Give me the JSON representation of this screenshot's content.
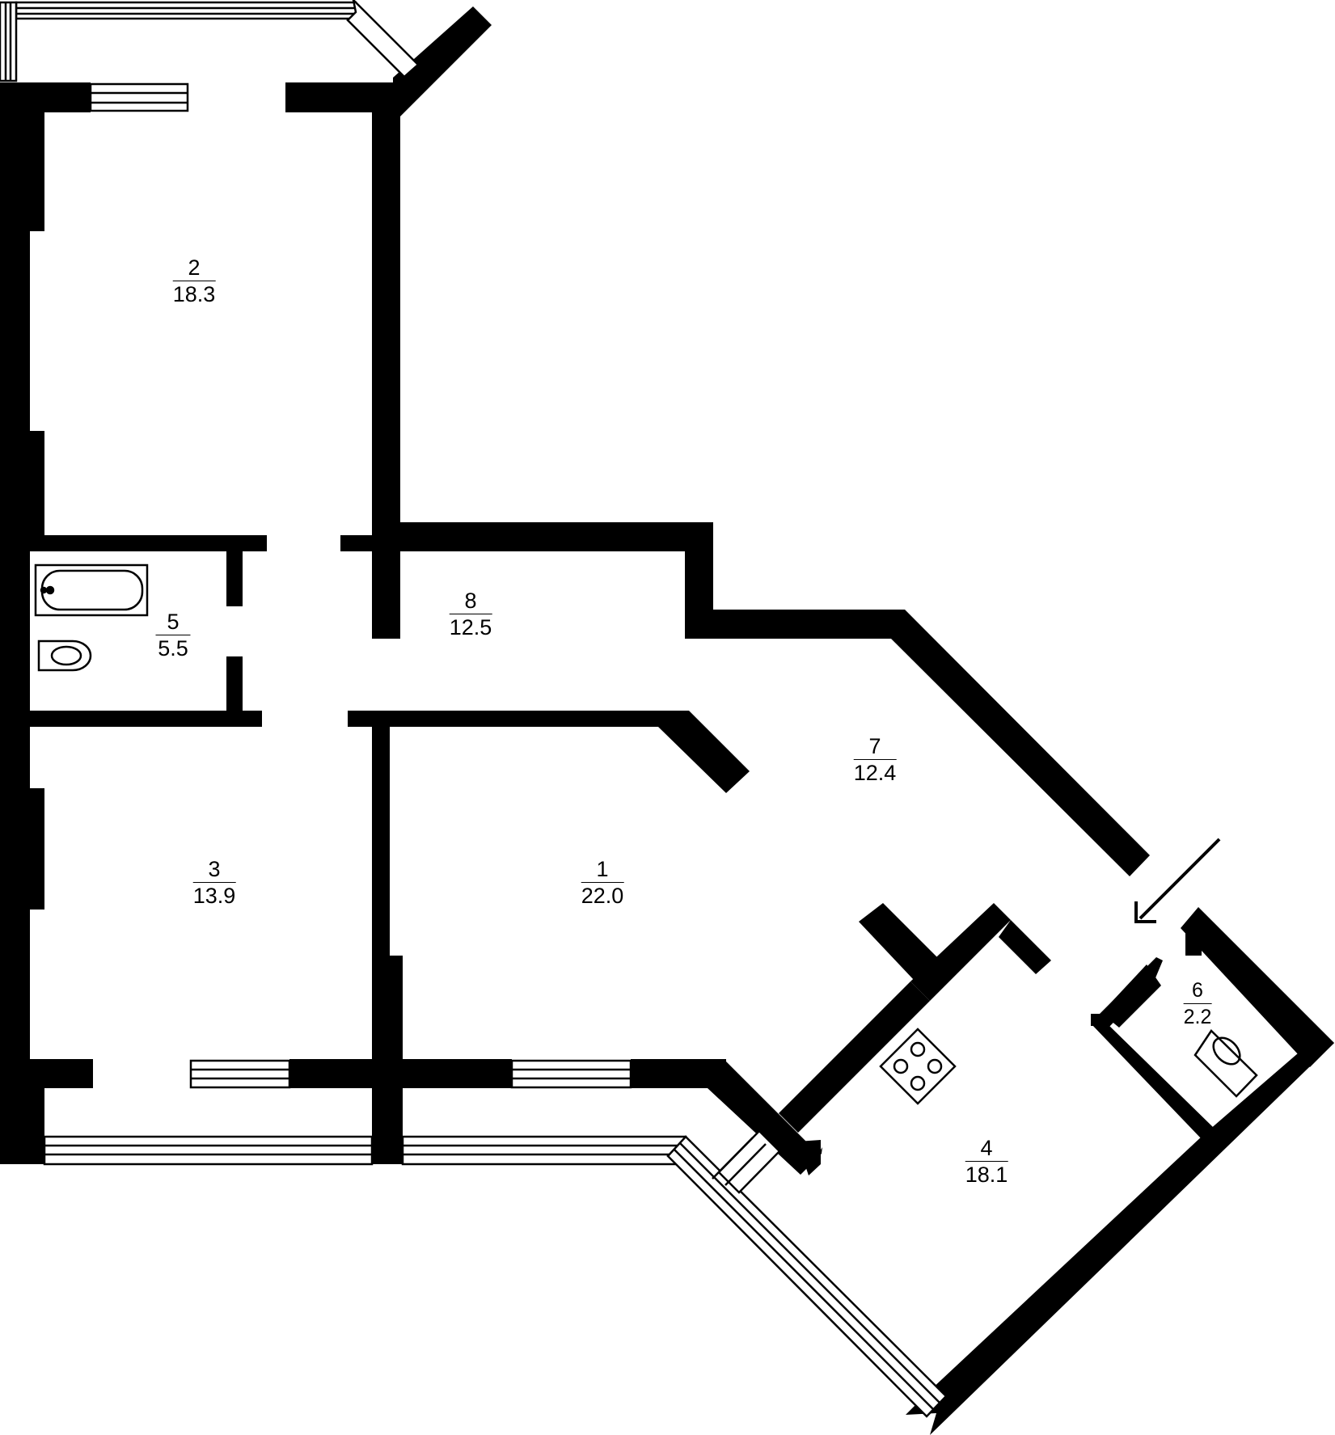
{
  "rooms": [
    {
      "id": "room-1",
      "number": "1",
      "area": "22.0"
    },
    {
      "id": "room-2",
      "number": "2",
      "area": "18.3"
    },
    {
      "id": "room-3",
      "number": "3",
      "area": "13.9"
    },
    {
      "id": "room-4",
      "number": "4",
      "area": "18.1"
    },
    {
      "id": "room-5",
      "number": "5",
      "area": "5.5"
    },
    {
      "id": "room-6",
      "number": "6",
      "area": "2.2"
    },
    {
      "id": "room-7",
      "number": "7",
      "area": "12.4"
    },
    {
      "id": "room-8",
      "number": "8",
      "area": "12.5"
    }
  ],
  "icons": [
    "bathtub-icon",
    "toilet-icon",
    "stove-icon",
    "entrance-arrow-icon"
  ],
  "colors": {
    "wall": "#000000",
    "background": "#ffffff"
  }
}
